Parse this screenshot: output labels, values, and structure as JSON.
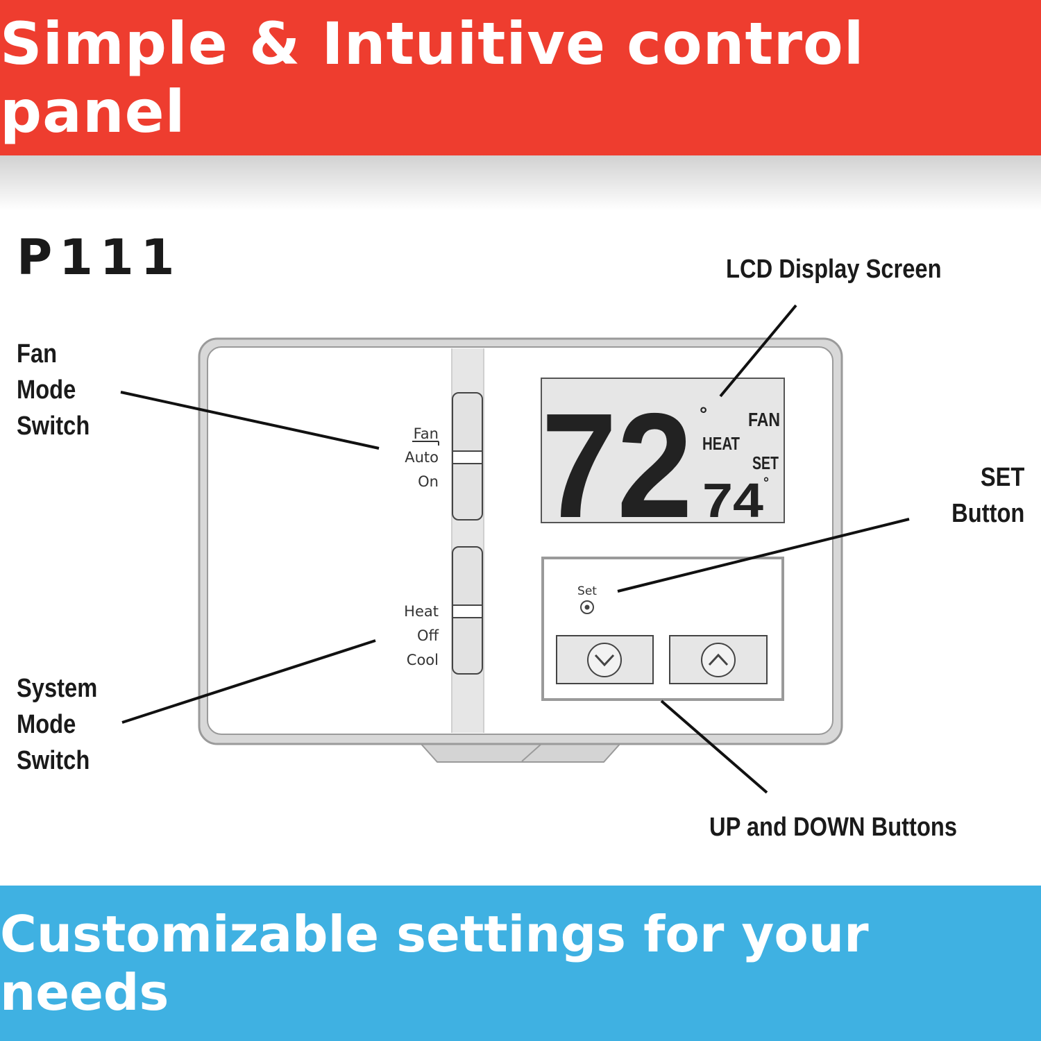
{
  "banner_top": "Simple & Intuitive control panel",
  "banner_bottom": "Customizable settings for your needs",
  "model": "P111",
  "callouts": {
    "fan_mode": [
      "Fan",
      "Mode",
      "Switch"
    ],
    "system_mode": [
      "System",
      "Mode",
      "Switch"
    ],
    "lcd": "LCD Display Screen",
    "set_button": [
      "SET",
      "Button"
    ],
    "up_down": "UP and DOWN Buttons"
  },
  "fan_switch": {
    "title": "Fan",
    "options": [
      "Auto",
      "On"
    ]
  },
  "system_switch": {
    "options": [
      "Heat",
      "Off",
      "Cool"
    ]
  },
  "lcd": {
    "temperature": "72",
    "degree": "°",
    "mode": "HEAT",
    "fan": "FAN",
    "set_label": "SET",
    "setpoint": "74"
  },
  "buttons": {
    "set_label": "Set"
  },
  "colors": {
    "red": "#ee3d2f",
    "blue": "#3fb1e2",
    "lcd_bg": "#e6e6e6",
    "device_border": "#9a9a9a"
  }
}
